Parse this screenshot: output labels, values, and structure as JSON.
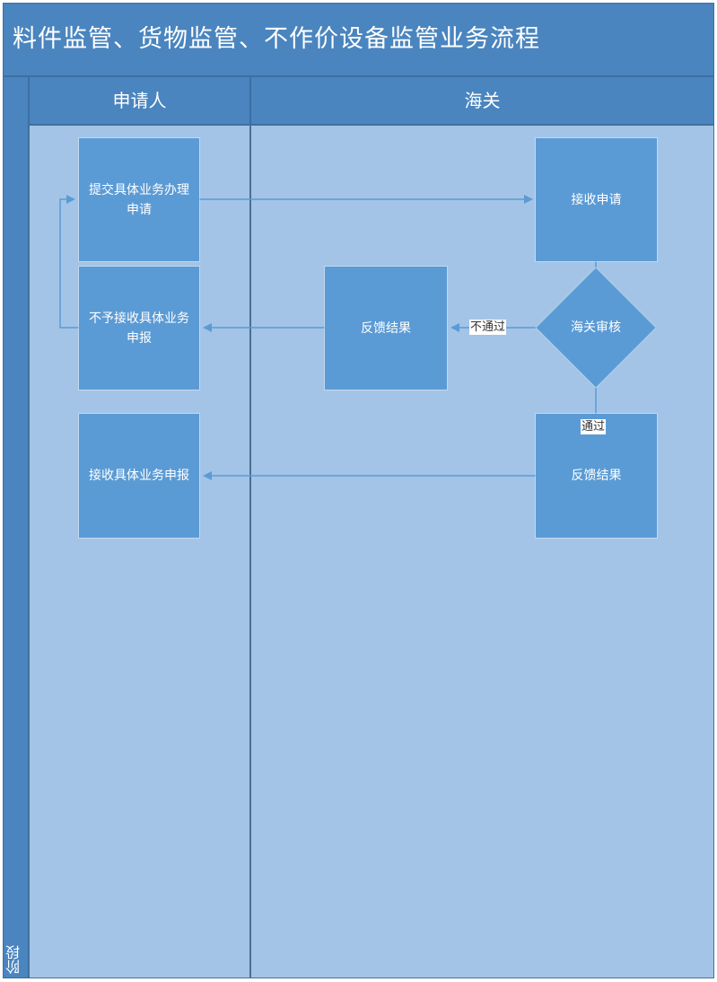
{
  "title": "料件监管、货物监管、不作价设备监管业务流程",
  "phase_label": "阶段",
  "lanes": [
    {
      "header": "申请人"
    },
    {
      "header": "海关"
    }
  ],
  "nodes": {
    "submit_application": "提交具体业务办理申请",
    "receive_application": "接收申请",
    "customs_review": "海关审核",
    "feedback_rejected": "反馈结果",
    "reject_declaration": "不予接收具体业务申报",
    "feedback_passed": "反馈结果",
    "accept_declaration": "接收具体业务申报"
  },
  "edge_labels": {
    "not_passed": "不通过",
    "passed": "通过"
  },
  "colors": {
    "header_fill": "#4a85bf",
    "lane_fill": "#a3c4e6",
    "node_fill": "#5b9bd5",
    "connector": "#5b9bd5"
  }
}
